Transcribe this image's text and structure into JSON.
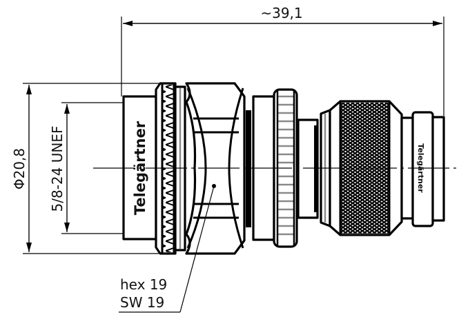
{
  "drawing": {
    "subject": "Telegärtner coaxial adapter",
    "brand_label_left": "Telegärtner",
    "brand_label_right": "Telegärtner"
  },
  "dimensions": {
    "overall_length": "~39,1",
    "outer_diameter": "Φ20,8",
    "thread": "5/8-24 UNEF",
    "hex_label_1": "hex 19",
    "hex_label_2": "SW 19"
  },
  "colors": {
    "line": "#000000",
    "background": "#ffffff",
    "shade": "#8a8a8a"
  }
}
